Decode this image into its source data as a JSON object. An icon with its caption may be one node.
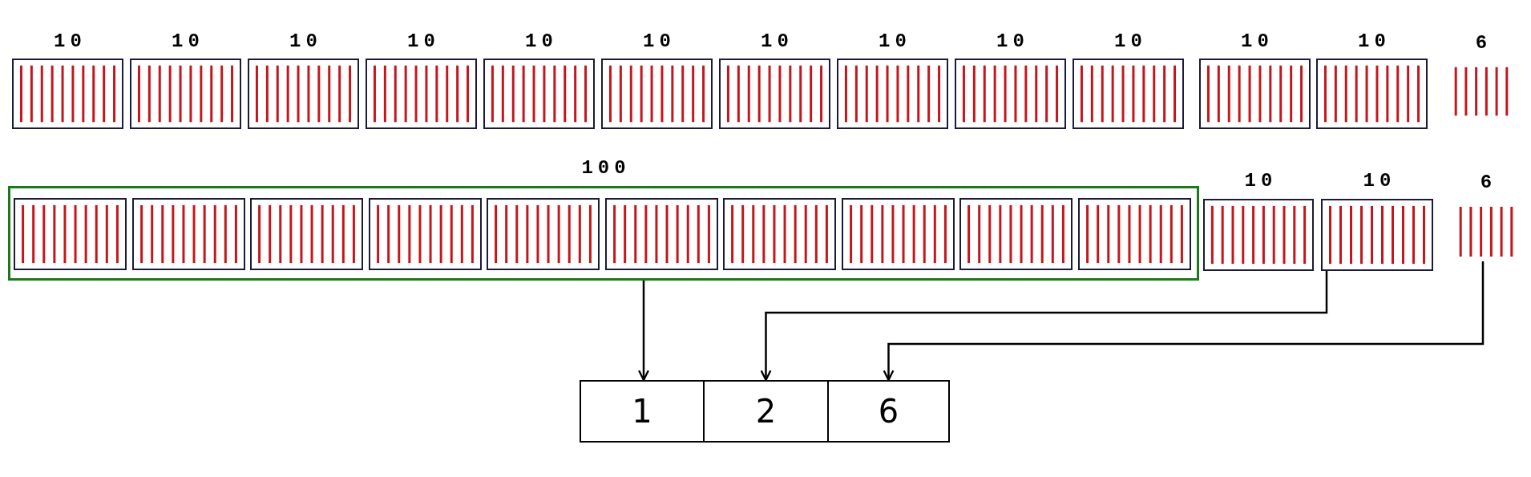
{
  "diagram": {
    "nodes": [
      {
        "text": [
          "10"
        ]
      },
      {
        "text": [
          "10"
        ]
      },
      {
        "text": [
          "10"
        ]
      },
      {
        "text": [
          "10"
        ]
      },
      {
        "text": [
          "10"
        ]
      },
      {
        "text": [
          "10"
        ]
      },
      {
        "text": [
          "10"
        ]
      },
      {
        "text": [
          "10"
        ]
      },
      {
        "text": [
          "10"
        ]
      },
      {
        "text": [
          "10"
        ]
      },
      {
        "text": [
          "10"
        ]
      },
      {
        "text": [
          "10"
        ]
      },
      {
        "text": [
          "6"
        ]
      },
      {
        "text": [
          "100"
        ]
      },
      {
        "text": [],
        "shape": "box",
        "in": 13
      },
      {
        "text": [],
        "shape": "box",
        "in": 13
      },
      {
        "text": [],
        "shape": "box",
        "in": 13
      },
      {
        "text": [],
        "shape": "box",
        "in": 13
      },
      {
        "text": [],
        "shape": "box",
        "in": 13
      },
      {
        "text": [],
        "shape": "box",
        "in": 13
      },
      {
        "text": [],
        "shape": "box",
        "in": 13
      },
      {
        "text": [],
        "shape": "box",
        "in": 13
      },
      {
        "text": [],
        "shape": "box",
        "in": 13
      },
      {
        "text": [],
        "shape": "box",
        "in": 13
      },
      {
        "text": [
          "10"
        ]
      },
      {
        "text": [
          "10"
        ]
      },
      {
        "text": [
          "6"
        ]
      },
      {
        "text": [
          "1"
        ]
      },
      {
        "text": [
          "2"
        ]
      },
      {
        "text": [
          "6"
        ]
      }
    ],
    "edges": [
      {
        "from": 13,
        "to": 27,
        "arrow": "to"
      },
      {
        "from": 25,
        "to": 28,
        "arrow": "to"
      },
      {
        "from": 26,
        "to": 29,
        "arrow": "to"
      }
    ]
  }
}
